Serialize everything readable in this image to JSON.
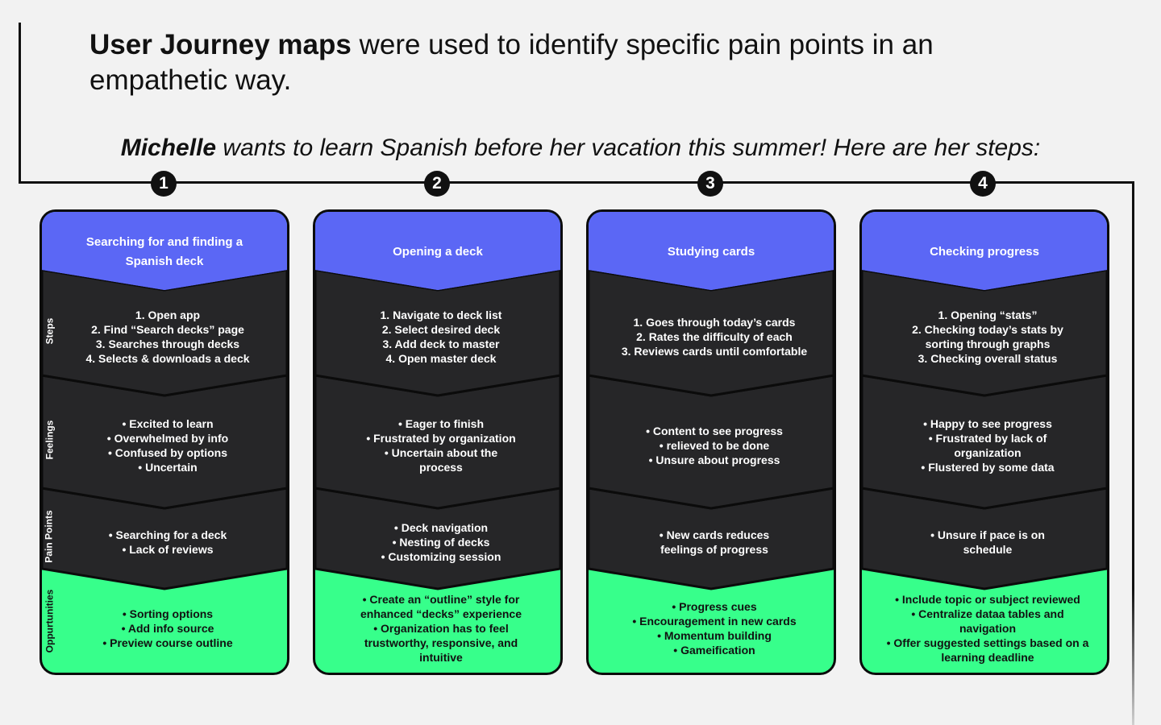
{
  "intro": {
    "headline_bold": "User Journey maps",
    "headline_rest": " were used to identify specific pain points in an empathetic way.",
    "persona_name": "Michelle",
    "persona_rest": " wants to learn Spanish before her vacation this summer! Here are her steps:"
  },
  "row_labels": {
    "steps": "Steps",
    "feelings": "Feelings",
    "pain_points": "Pain Points",
    "opportunities": "Oppurtunities"
  },
  "colors": {
    "header": "#5b67f5",
    "dark_band": "#262628",
    "opportunity": "#37ff8b",
    "border": "#0b0b0b",
    "background": "#f2f2f2"
  },
  "stages": [
    {
      "number": "1",
      "title": "Searching for and finding a Spanish deck",
      "steps": [
        "1. Open app",
        "2. Find “Search decks” page",
        "3. Searches through decks",
        "4. Selects & downloads a deck"
      ],
      "feelings": [
        "•  Excited to learn",
        "•  Overwhelmed by info",
        "•  Confused by options",
        "•  Uncertain"
      ],
      "pain_points": [
        "•  Searching for a deck",
        "•  Lack of reviews"
      ],
      "opportunities": [
        "•  Sorting options",
        "•  Add info source",
        "•  Preview course outline"
      ]
    },
    {
      "number": "2",
      "title": "Opening a deck",
      "steps": [
        "1. Navigate to deck list",
        "2. Select desired deck",
        "3. Add deck to master",
        "4. Open master deck"
      ],
      "feelings": [
        "•  Eager to finish",
        "•  Frustrated by organization",
        "•  Uncertain about the",
        "process"
      ],
      "pain_points": [
        "•  Deck navigation",
        "•  Nesting of decks",
        "•  Customizing session"
      ],
      "opportunities": [
        "•  Create an “outline” style for",
        "enhanced “decks” experience",
        "•  Organization has to feel",
        "trustworthy, responsive, and",
        "intuitive"
      ]
    },
    {
      "number": "3",
      "title": "Studying cards",
      "steps": [
        "1. Goes through today’s cards",
        "2. Rates the difficulty of each",
        "3. Reviews cards until comfortable"
      ],
      "feelings": [
        "•  Content to see progress",
        "•  relieved to be done",
        "•  Unsure about progress"
      ],
      "pain_points": [
        "•  New cards reduces",
        "feelings of progress"
      ],
      "opportunities": [
        "•  Progress cues",
        "•  Encouragement in new cards",
        "•  Momentum building",
        "•  Gameification"
      ]
    },
    {
      "number": "4",
      "title": "Checking progress",
      "steps": [
        "1. Opening “stats”",
        "2. Checking today’s stats by",
        "sorting through graphs",
        "3. Checking overall status"
      ],
      "feelings": [
        "•  Happy to see progress",
        "•  Frustrated by lack of",
        "organization",
        "•  Flustered by some data"
      ],
      "pain_points": [
        "•  Unsure if pace is on",
        "schedule"
      ],
      "opportunities": [
        "•  Include topic or subject reviewed",
        "•  Centralize dataa tables and navigation",
        "•  Offer suggested settings based on a",
        "learning deadline"
      ]
    }
  ]
}
